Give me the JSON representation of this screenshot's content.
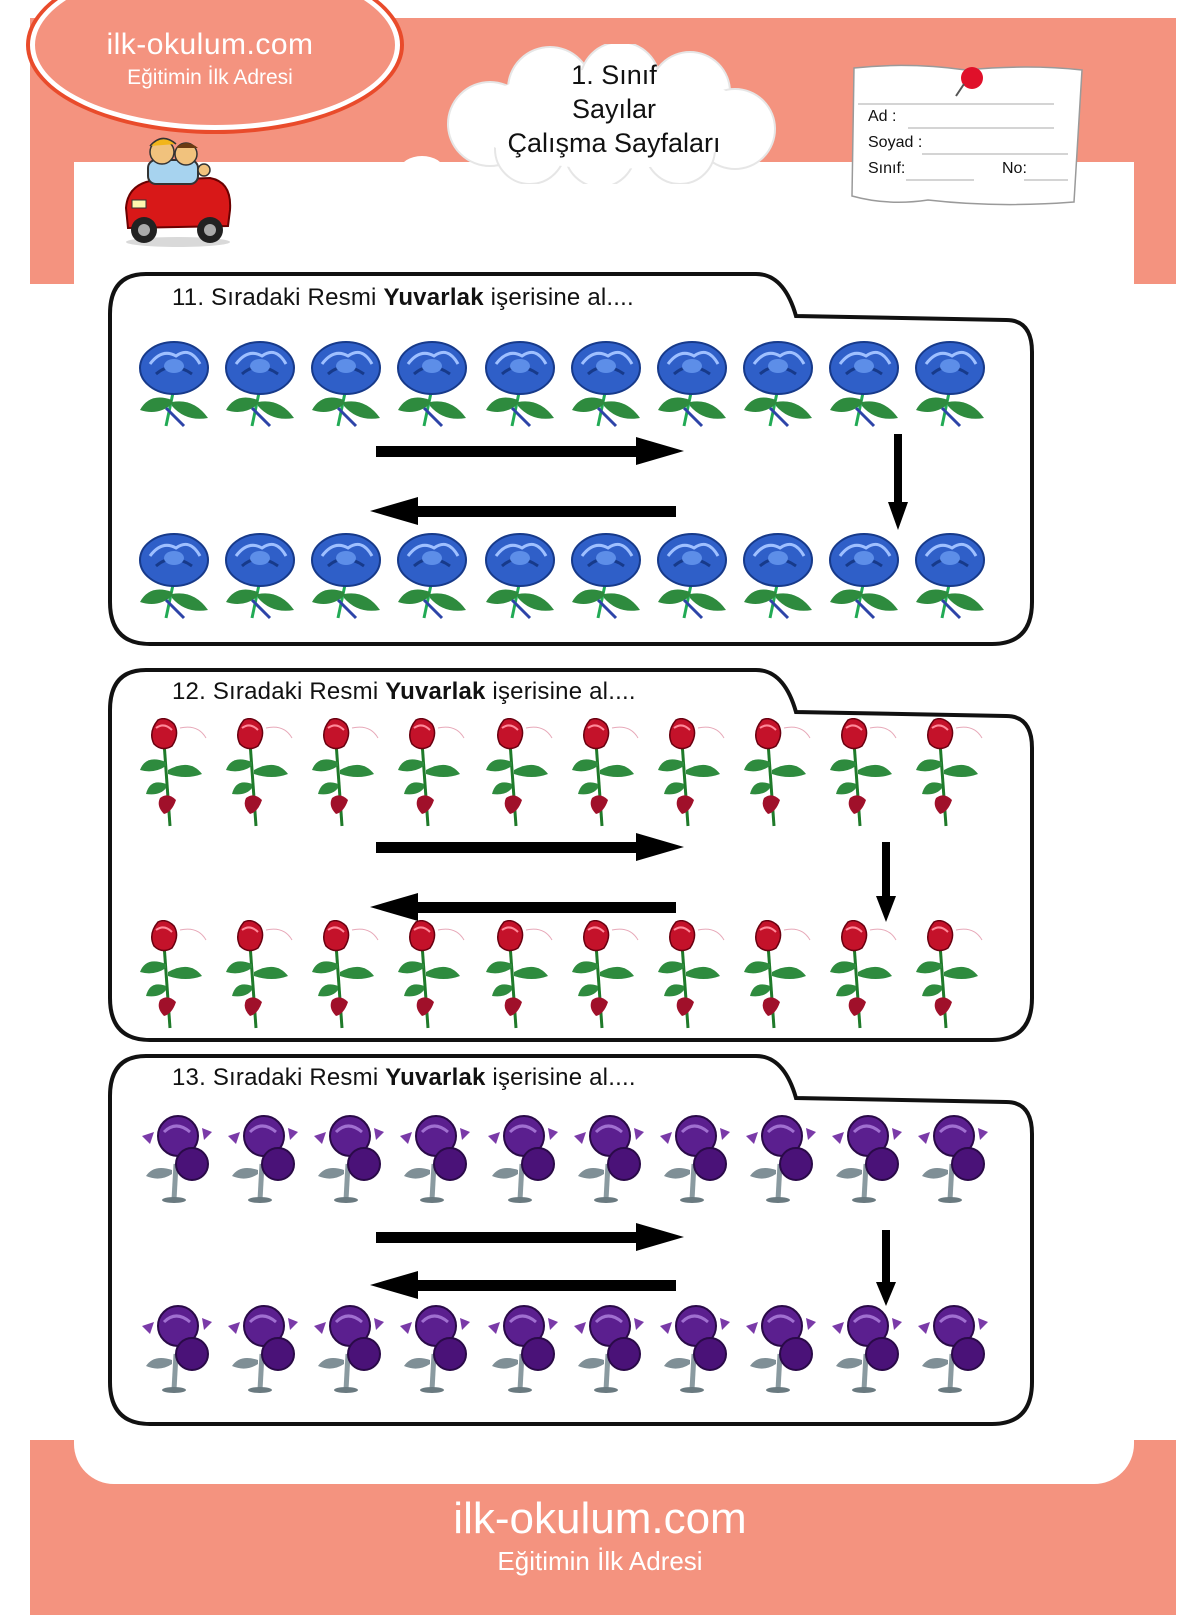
{
  "header": {
    "logo_main": "ilk-okulum.com",
    "logo_sub": "Eğitimin İlk Adresi",
    "cloud_lines": [
      "1. Sınıf",
      "Sayılar",
      "Çalışma Sayfaları"
    ],
    "name_card": {
      "ad": "Ad :",
      "soyad": "Soyad :",
      "sinif": "Sınıf:",
      "no": "No:"
    }
  },
  "exercises": [
    {
      "prefix": "11. Sıradaki Resmi ",
      "bold": "Yuvarlak",
      "suffix": " işerisine al....",
      "flower": "blue-rose"
    },
    {
      "prefix": "12. Sıradaki Resmi ",
      "bold": "Yuvarlak",
      "suffix": " işerisine al....",
      "flower": "red-rose"
    },
    {
      "prefix": "13. Sıradaki Resmi ",
      "bold": "Yuvarlak",
      "suffix": " işerisine al....",
      "flower": "purple-flower"
    }
  ],
  "flowers_per_row": 10,
  "footer": {
    "main": "ilk-okulum.com",
    "sub": "Eğitimin İlk Adresi"
  },
  "colors": {
    "frame": "#f4937f",
    "frame_dark": "#e94b2b",
    "blue_petal": "#2f5fc8",
    "red_petal": "#c4122a",
    "purple_petal": "#5b1f8f",
    "leaf": "#2e8b3e"
  }
}
